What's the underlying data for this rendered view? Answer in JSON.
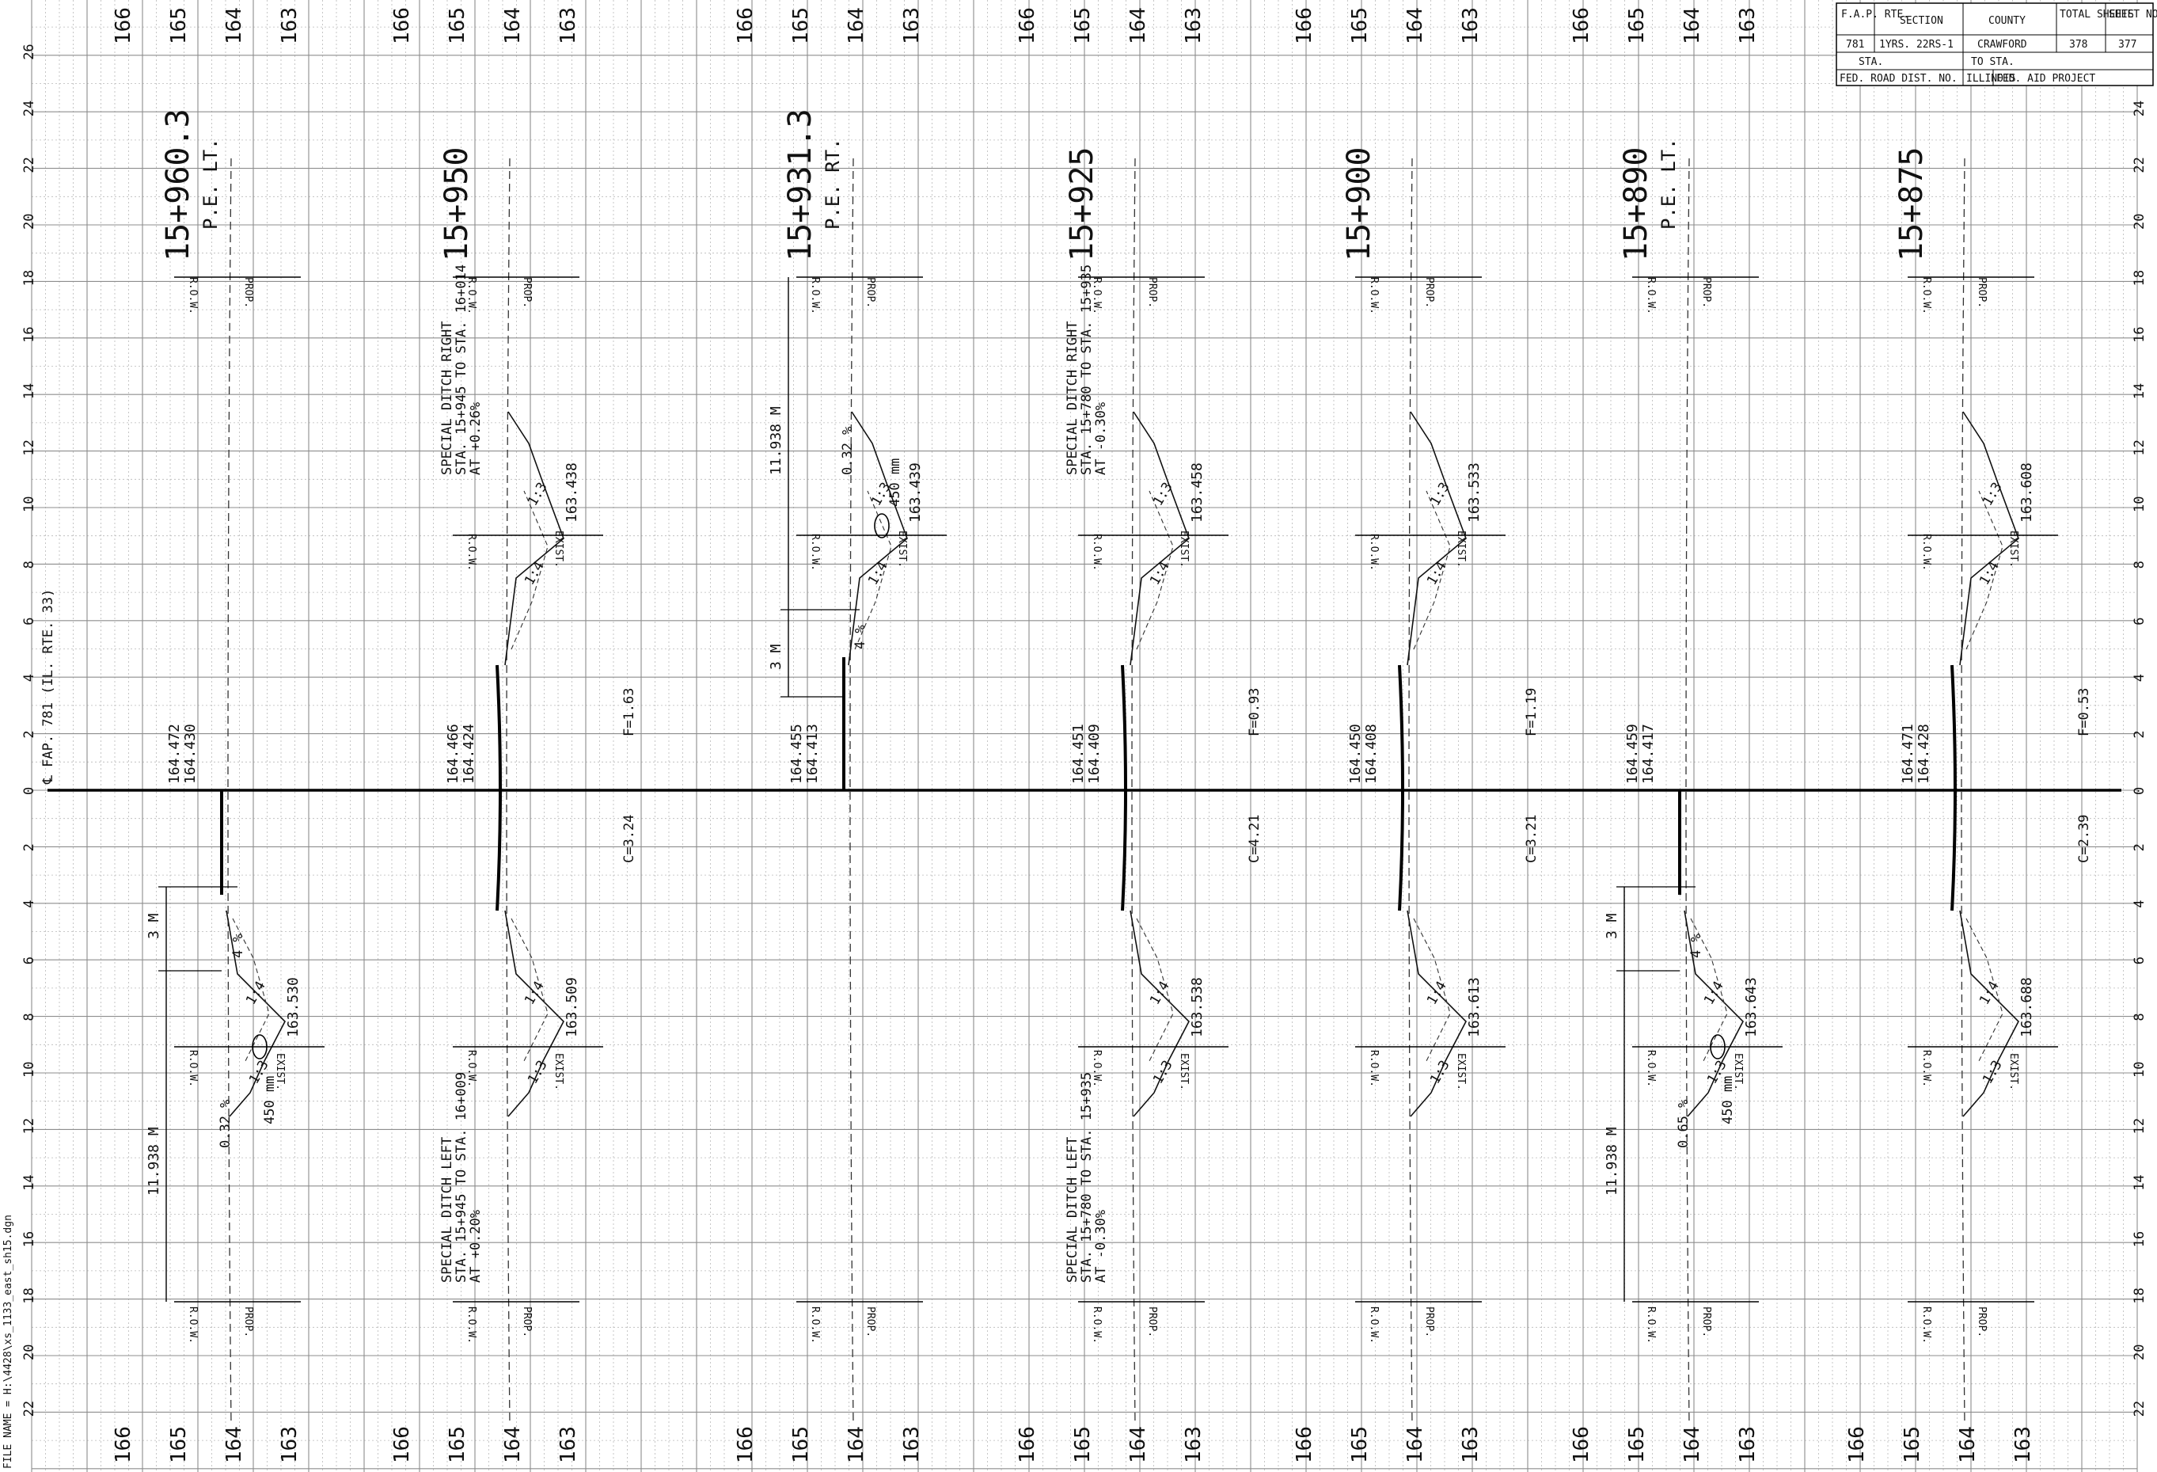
{
  "file_name_label": "FILE NAME = H:\\4428\\xs_1133_east_sh15.dgn",
  "centerline_label": "℄ FAP. 781 (IL. RTE. 33)",
  "title_block": {
    "row1": [
      "F.A.P. RTE.",
      "SECTION",
      "COUNTY",
      "TOTAL SHEETS",
      "SHEET NO."
    ],
    "row2": [
      "781",
      "1YRS. 22RS-1",
      "CRAWFORD",
      "378",
      "377"
    ],
    "sta_label": "STA.",
    "to_sta_label": "TO STA.",
    "fed_road_dist": "FED. ROAD DIST. NO.",
    "illinois": "ILLINOIS",
    "fed_aid": "FED. AID PROJECT"
  },
  "offsets_top": [
    "26",
    "24",
    "22",
    "20",
    "18",
    "16",
    "14",
    "12",
    "10",
    "8",
    "6",
    "4",
    "2",
    "0",
    "2",
    "4",
    "6",
    "8",
    "10",
    "12",
    "14",
    "16",
    "18",
    "20",
    "22"
  ],
  "offsets_right": [
    "24",
    "22",
    "20",
    "18",
    "16",
    "14",
    "12",
    "10",
    "8",
    "6",
    "4",
    "2",
    "0",
    "2",
    "4",
    "6",
    "8",
    "10",
    "12",
    "14",
    "16",
    "18",
    "20",
    "22"
  ],
  "elevations": [
    "166",
    "165",
    "164",
    "163"
  ],
  "labels": {
    "row": "R.O.W.",
    "prop": "PROP.",
    "exist": "EXIST.",
    "slope_4_1": "1:4",
    "slope_3_1": "1:3",
    "pct_4": "4 %",
    "pipe": "450 mm",
    "width_3m": "3 M",
    "width_11938": "11.938 M"
  },
  "stations": [
    {
      "station": "15+960.3",
      "sub": "P.E. LT.",
      "cl_elev_prop": "164.472",
      "cl_elev_exist": "164.430",
      "ditch_left_elev": "163.530",
      "ditch_right_elev": "",
      "fill": "",
      "cut": "",
      "slope_left_label": "0.32 %",
      "ditch_right_note": [],
      "ditch_left_note": []
    },
    {
      "station": "15+950",
      "sub": "",
      "cl_elev_prop": "164.466",
      "cl_elev_exist": "164.424",
      "ditch_left_elev": "163.509",
      "ditch_right_elev": "163.438",
      "fill": "F=1.63",
      "cut": "C=3.24",
      "slope_left_label": "",
      "ditch_right_note": [
        "SPECIAL DITCH RIGHT",
        "STA. 15+945 TO STA. 16+014",
        "AT +0.26%"
      ],
      "ditch_left_note": [
        "SPECIAL DITCH LEFT",
        "STA. 15+945 TO STA. 16+009",
        "AT +0.20%"
      ]
    },
    {
      "station": "15+931.3",
      "sub": "P.E. RT.",
      "cl_elev_prop": "164.455",
      "cl_elev_exist": "164.413",
      "ditch_left_elev": "",
      "ditch_right_elev": "163.439",
      "fill": "",
      "cut": "",
      "slope_right_label": "0.32 %",
      "ditch_right_note": [],
      "ditch_left_note": []
    },
    {
      "station": "15+925",
      "sub": "",
      "cl_elev_prop": "164.451",
      "cl_elev_exist": "164.409",
      "ditch_left_elev": "163.538",
      "ditch_right_elev": "163.458",
      "fill": "F=0.93",
      "cut": "C=4.21",
      "ditch_right_note": [
        "SPECIAL DITCH RIGHT",
        "STA. 15+780 TO STA. 15+935",
        "AT -0.30%"
      ],
      "ditch_left_note": [
        "SPECIAL DITCH LEFT",
        "STA. 15+780 TO STA. 15+935",
        "AT -0.30%"
      ]
    },
    {
      "station": "15+900",
      "sub": "",
      "cl_elev_prop": "164.450",
      "cl_elev_exist": "164.408",
      "ditch_left_elev": "163.613",
      "ditch_right_elev": "163.533",
      "fill": "F=1.19",
      "cut": "C=3.21",
      "ditch_right_note": [],
      "ditch_left_note": []
    },
    {
      "station": "15+890",
      "sub": "P.E. LT.",
      "cl_elev_prop": "164.459",
      "cl_elev_exist": "164.417",
      "ditch_left_elev": "163.643",
      "ditch_right_elev": "",
      "fill": "",
      "cut": "",
      "slope_left_label": "0.65 %",
      "ditch_right_note": [],
      "ditch_left_note": []
    },
    {
      "station": "15+875",
      "sub": "",
      "cl_elev_prop": "164.471",
      "cl_elev_exist": "164.428",
      "ditch_left_elev": "163.688",
      "ditch_right_elev": "163.608",
      "fill": "F=0.53",
      "cut": "C=2.39",
      "ditch_right_note": [],
      "ditch_left_note": []
    }
  ]
}
